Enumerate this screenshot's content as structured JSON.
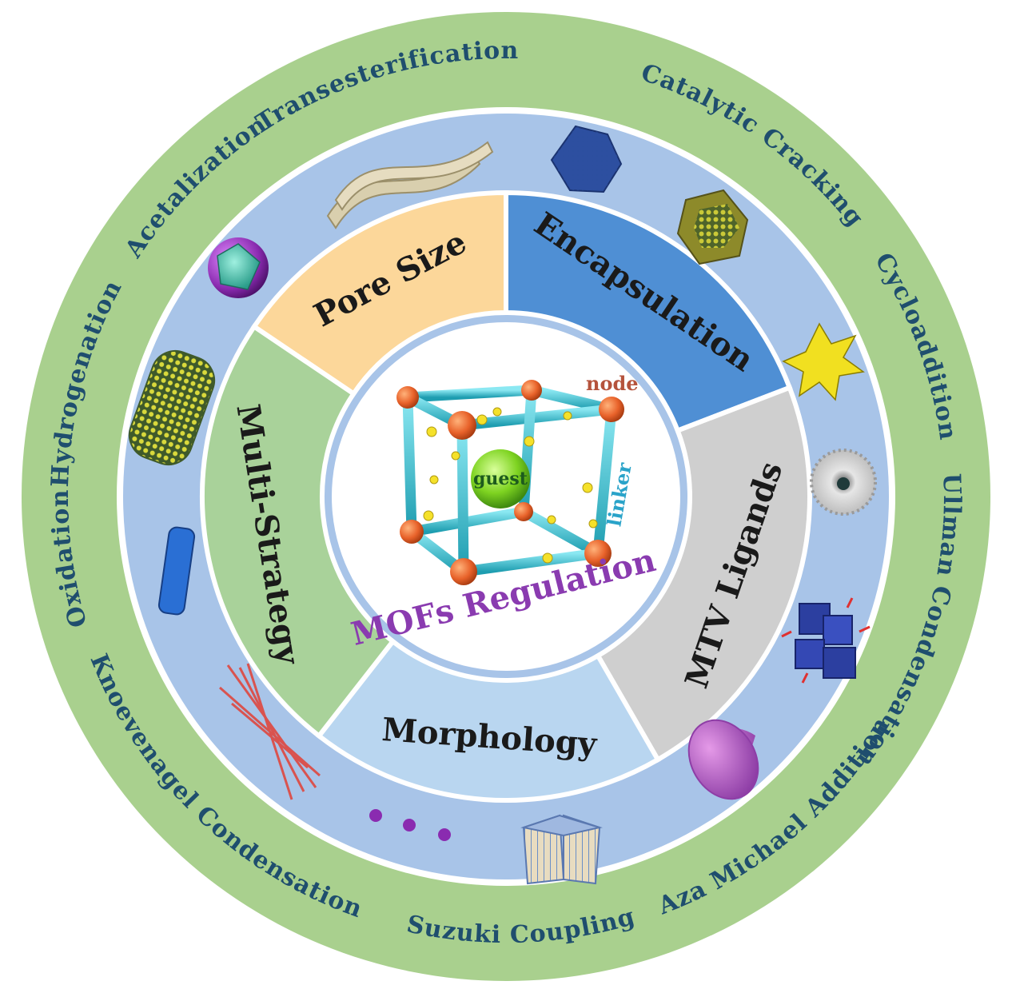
{
  "center": {
    "title": "MOFs Regulation",
    "node_label": "node",
    "linker_label": "linker",
    "guest_label": "guest"
  },
  "segments": [
    {
      "id": "pore-size",
      "label": "Pore Size",
      "color": "#fcd79a"
    },
    {
      "id": "encapsulation",
      "label": "Encapsulation",
      "color": "#4f8fd4"
    },
    {
      "id": "mtv-ligands",
      "label": "MTV Ligands",
      "color": "#cfcfcf"
    },
    {
      "id": "morphology",
      "label": "Morphology",
      "color": "#b9d6f0"
    },
    {
      "id": "multi-strategy",
      "label": "Multi-Strategy",
      "color": "#a9d29a"
    }
  ],
  "reactions": [
    "Transesterification",
    "Catalytic Cracking",
    "Cycloaddition",
    "Ullman Condensation",
    "Aza Michael Addition",
    "Suzuki Coupling",
    "Knoevenagel Condensation",
    "Oxidation",
    "Hydrogenation",
    "Acetalization"
  ],
  "colors": {
    "outer_ring": "#a9d08e",
    "middle_ring": "#a8c4e8",
    "center_disk": "#ffffff",
    "node": "#e8622a",
    "linker": "#35c1d2",
    "guest": "#7ed321"
  },
  "structures": [
    {
      "name": "nanosheet-structure"
    },
    {
      "name": "hexagonal-crystal-structure"
    },
    {
      "name": "core-shell-crystal-structure"
    },
    {
      "name": "star-polyhedron-structure"
    },
    {
      "name": "hollow-sphere-structure"
    },
    {
      "name": "cluster-assembly-structure"
    },
    {
      "name": "hemisphere-structure"
    },
    {
      "name": "lamellar-stack-structure"
    },
    {
      "name": "ellipsis-dots"
    },
    {
      "name": "nanorods-structure"
    },
    {
      "name": "small-rod-structure"
    },
    {
      "name": "nanotube-structure"
    },
    {
      "name": "core-shell-sphere-structure"
    }
  ]
}
